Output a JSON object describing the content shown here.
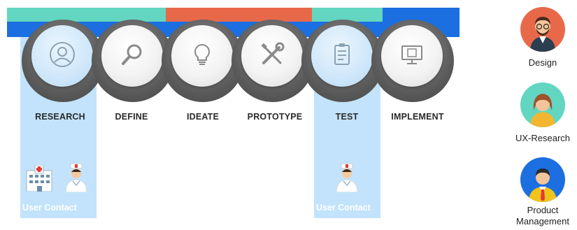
{
  "steps": [
    {
      "label": "RESEARCH",
      "icon": "user-icon"
    },
    {
      "label": "DEFINE",
      "icon": "magnifier-icon"
    },
    {
      "label": "IDEATE",
      "icon": "lightbulb-icon"
    },
    {
      "label": "PROTOTYPE",
      "icon": "tools-icon"
    },
    {
      "label": "TEST",
      "icon": "clipboard-icon"
    },
    {
      "label": "IMPLEMENT",
      "icon": "monitor-icon"
    }
  ],
  "user_contact": {
    "left_label": "User Contact",
    "right_label": "User Contact"
  },
  "roles": [
    {
      "label": "Design",
      "color": "#e8694a"
    },
    {
      "label": "UX-Research",
      "color": "#62d6c0"
    },
    {
      "label": "Product\nManagement",
      "color": "#1b6fe0"
    }
  ],
  "colors": {
    "design": "#e8694a",
    "ux_research": "#62d6c0",
    "product_management": "#1b6fe0",
    "highlight": "#c2e3fb"
  }
}
